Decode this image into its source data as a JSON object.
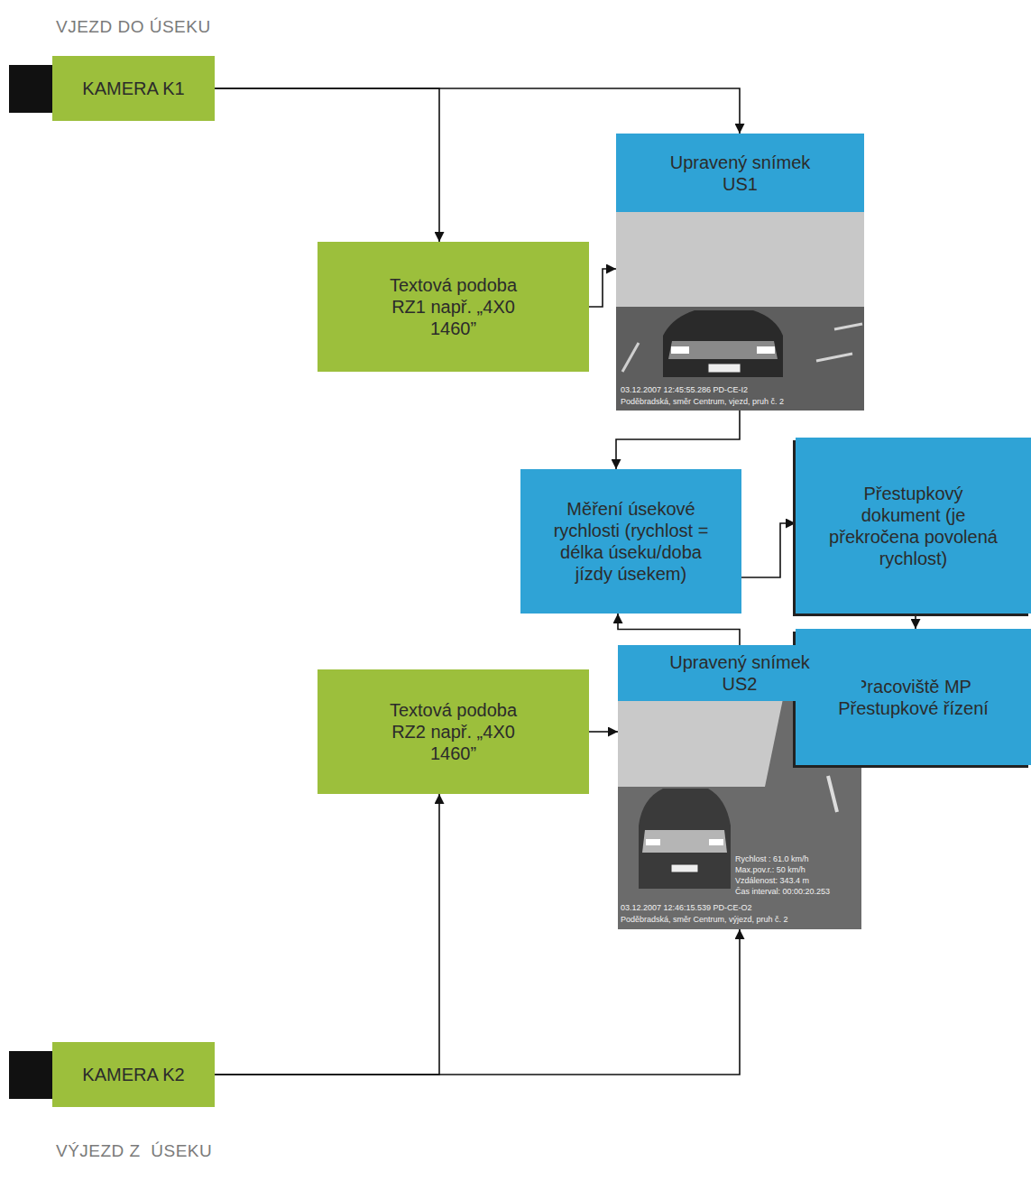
{
  "diagram": {
    "nodes": [
      {
        "text": [
          "KAMERA K1"
        ]
      },
      {
        "text": [
          "Upravený snímek US1"
        ]
      },
      {
        "text": [
          "Textová podoba RZ1 např. „4X0 1460”"
        ]
      },
      {
        "text": [
          "Měření úsekové rychlosti (rychlost = délka úseku/doba jízdy úsekem)"
        ]
      },
      {
        "text": [
          "Přestupkový dokument (je překročena povolená rychlost)"
        ]
      },
      {
        "text": [
          "Pracoviště MP Přestupkové řízení"
        ]
      },
      {
        "text": [
          "Upravený snímek US2"
        ]
      },
      {
        "text": [
          "Textová podoba RZ2 např. „4X0 1460”"
        ]
      },
      {
        "text": [
          "KAMERA K2"
        ]
      }
    ],
    "edges": [
      {
        "from": 0,
        "to": 1,
        "arrow": "to"
      },
      {
        "from": 0,
        "to": 2,
        "arrow": "to"
      },
      {
        "from": 2,
        "to": 1,
        "arrow": "to"
      },
      {
        "from": 1,
        "to": 3,
        "arrow": "to"
      },
      {
        "from": 3,
        "to": 4,
        "arrow": "to"
      },
      {
        "from": 4,
        "to": 5,
        "arrow": "to"
      },
      {
        "from": 6,
        "to": 3,
        "arrow": "to"
      },
      {
        "from": 7,
        "to": 6,
        "arrow": "to"
      },
      {
        "from": 8,
        "to": 7,
        "arrow": "to"
      },
      {
        "from": 8,
        "to": 6,
        "arrow": "to"
      }
    ],
    "labels": [
      "VJEZD DO ÚSEKU",
      "03.12.2007 12:45:55.286 PD-CE-I2",
      "Poděbradská, směr Centrum, vjezd, pruh č. 2",
      "Rychlost : 61.0 km/h",
      "Max.pov.r.: 50 km/h",
      "Vzdálenost: 343.4 m",
      "Čas interval: 00:00:20.253",
      "03.12.2007 12:46:15.539 PD-CE-O2",
      "Poděbradská, směr Centrum, výjezd, pruh č. 2",
      "VÝJEZD Z  ÚSEKU"
    ]
  }
}
